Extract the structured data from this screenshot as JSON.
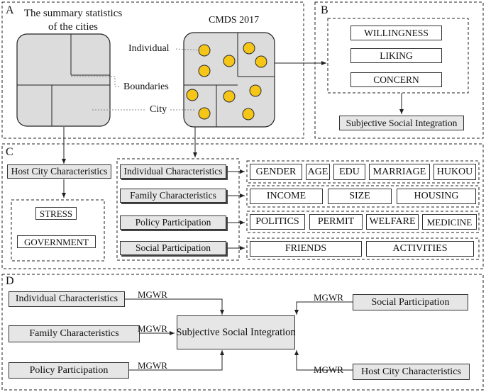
{
  "panels": {
    "a": {
      "letter": "A",
      "cities_title": "The summary statistics\nof the cities",
      "cmds_title": "CMDS 2017",
      "individual_label": "Individual",
      "boundaries_label": "Boundaries",
      "city_label": "City"
    },
    "b": {
      "letter": "B",
      "items": [
        "WILLINGNESS",
        "LIKING",
        "CONCERN"
      ],
      "result": "Subjective Social Integration"
    },
    "c": {
      "letter": "C",
      "host_city": "Host City Characteristics",
      "host_items": [
        "STRESS",
        "GOVERNMENT"
      ],
      "rows": [
        {
          "label": "Individual Characteristics",
          "items": [
            "GENDER",
            "AGE",
            "EDU",
            "MARRIAGE",
            "HUKOU"
          ]
        },
        {
          "label": "Family Characteristics",
          "items": [
            "INCOME",
            "SIZE",
            "HOUSING"
          ]
        },
        {
          "label": "Policy Participation",
          "items": [
            "POLITICS",
            "PERMIT",
            "WELFARE",
            "MEDICINE"
          ]
        },
        {
          "label": "Social Participation",
          "items": [
            "FRIENDS",
            "ACTIVITIES"
          ]
        }
      ]
    },
    "d": {
      "letter": "D",
      "center": "Subjective Social Integration",
      "left": [
        "Individual Characteristics",
        "Family Characteristics",
        "Policy Participation"
      ],
      "right": [
        "Social Participation",
        "Host City Characteristics"
      ],
      "method": "MGWR"
    }
  },
  "colors": {
    "dot_fill": "#f5c518",
    "dot_stroke": "#2a2a2a",
    "map_fill": "#dcdcdc",
    "box_fill": "#e6e6e6"
  }
}
